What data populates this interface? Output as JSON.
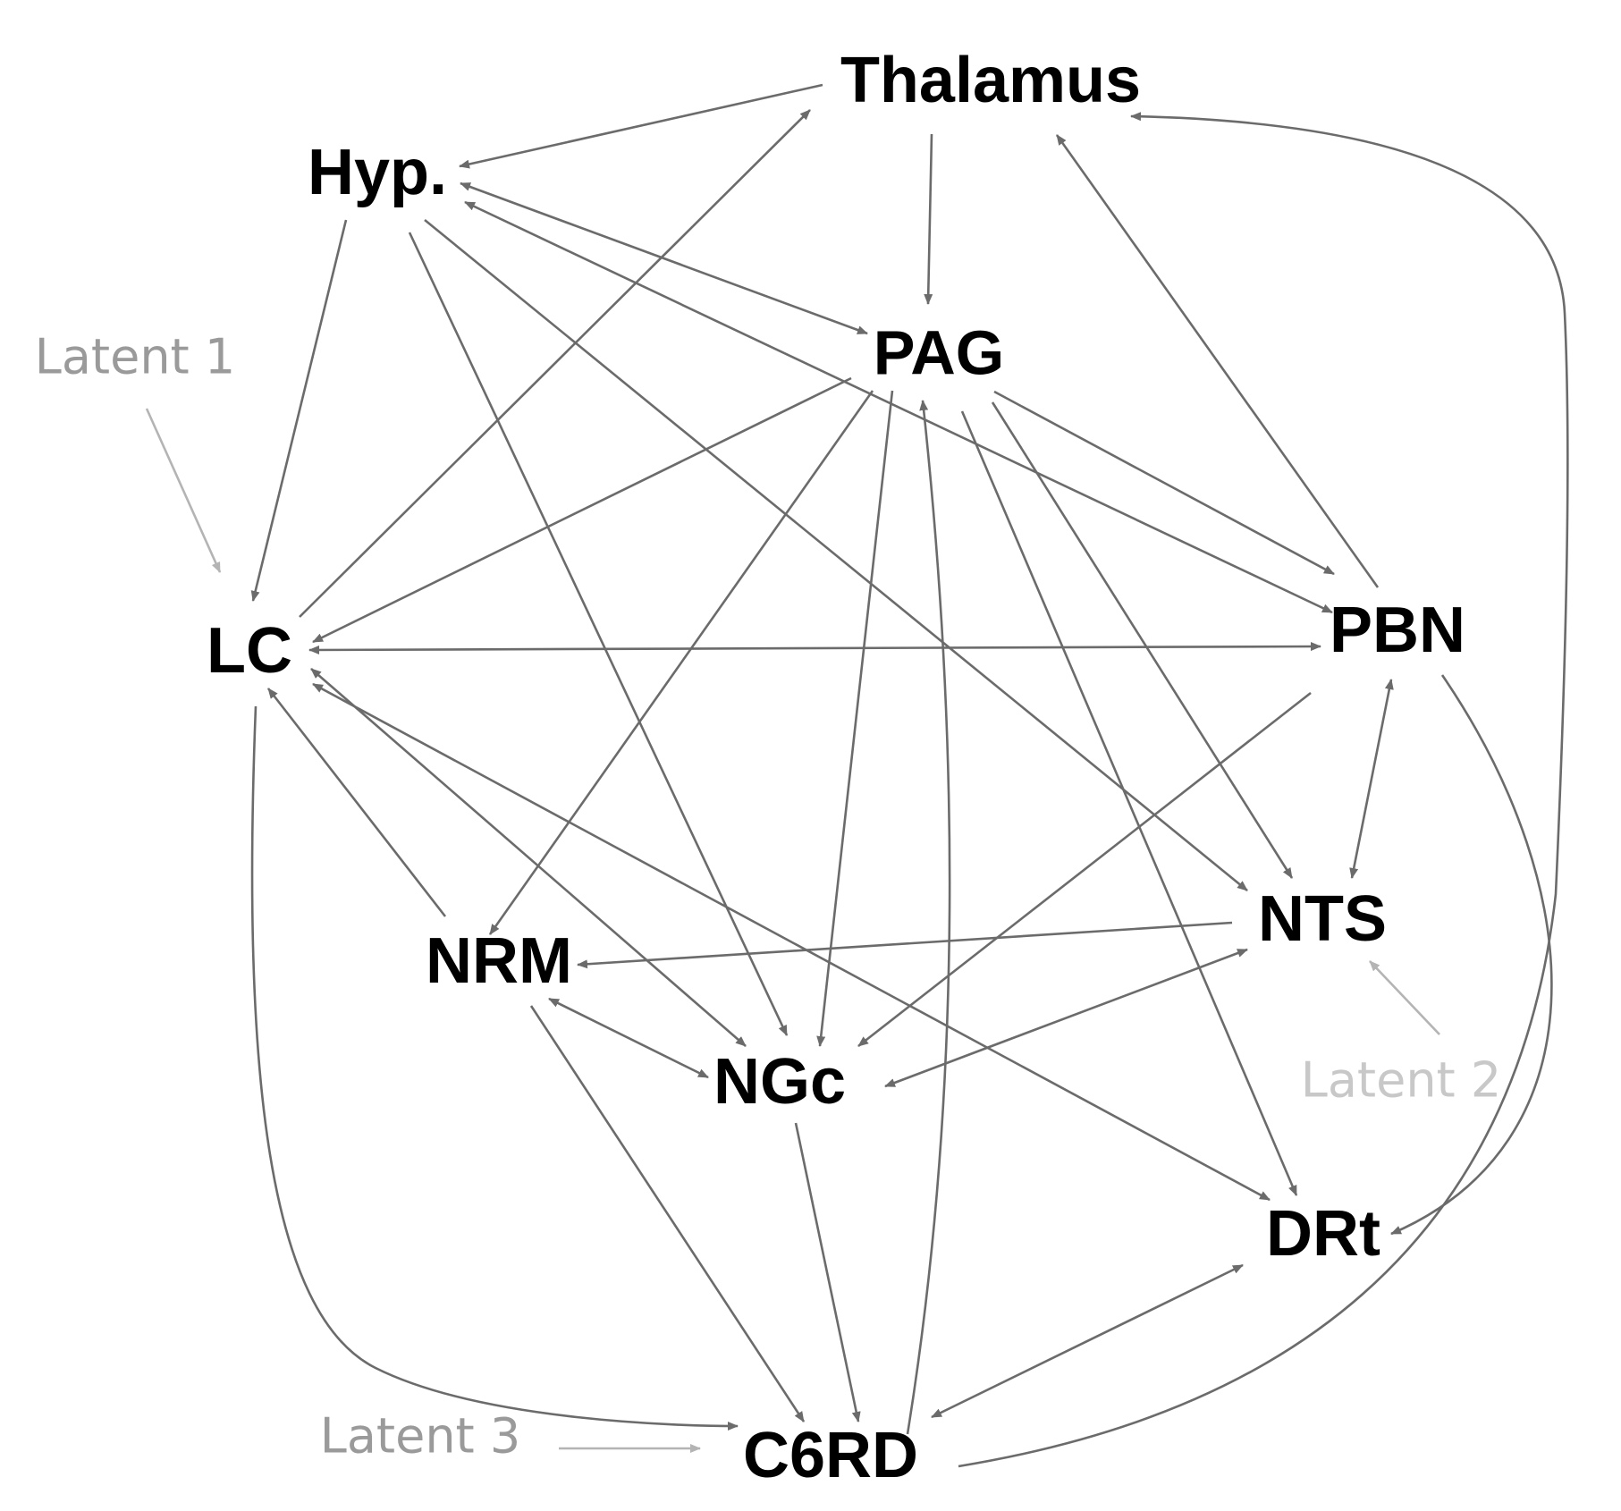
{
  "diagram": {
    "nodes": [
      {
        "id": "thalamus",
        "label": "Thalamus",
        "kind": "region"
      },
      {
        "id": "hyp",
        "label": "Hyp.",
        "kind": "region"
      },
      {
        "id": "pag",
        "label": "PAG",
        "kind": "region"
      },
      {
        "id": "lc",
        "label": "LC",
        "kind": "region"
      },
      {
        "id": "pbn",
        "label": "PBN",
        "kind": "region"
      },
      {
        "id": "nts",
        "label": "NTS",
        "kind": "region"
      },
      {
        "id": "nrm",
        "label": "NRM",
        "kind": "region"
      },
      {
        "id": "ngc",
        "label": "NGc",
        "kind": "region"
      },
      {
        "id": "drt",
        "label": "DRt",
        "kind": "region"
      },
      {
        "id": "c6rd",
        "label": "C6RD",
        "kind": "region"
      },
      {
        "id": "latent1",
        "label": "Latent 1",
        "kind": "latent"
      },
      {
        "id": "latent2",
        "label": "Latent 2",
        "kind": "latent"
      },
      {
        "id": "latent3",
        "label": "Latent 3",
        "kind": "latent"
      }
    ],
    "edges": [
      {
        "from": "thalamus",
        "to": "hyp",
        "bidirectional": false
      },
      {
        "from": "thalamus",
        "to": "pag",
        "bidirectional": false
      },
      {
        "from": "lc",
        "to": "thalamus",
        "bidirectional": false
      },
      {
        "from": "pbn",
        "to": "thalamus",
        "bidirectional": false
      },
      {
        "from": "c6rd",
        "to": "thalamus",
        "bidirectional": false
      },
      {
        "from": "hyp",
        "to": "pag",
        "bidirectional": true
      },
      {
        "from": "hyp",
        "to": "pbn",
        "bidirectional": true
      },
      {
        "from": "hyp",
        "to": "lc",
        "bidirectional": false
      },
      {
        "from": "hyp",
        "to": "ngc",
        "bidirectional": false
      },
      {
        "from": "hyp",
        "to": "nts",
        "bidirectional": false
      },
      {
        "from": "pag",
        "to": "lc",
        "bidirectional": false
      },
      {
        "from": "pag",
        "to": "nrm",
        "bidirectional": false
      },
      {
        "from": "pag",
        "to": "ngc",
        "bidirectional": false
      },
      {
        "from": "pag",
        "to": "pbn",
        "bidirectional": false
      },
      {
        "from": "pag",
        "to": "nts",
        "bidirectional": false
      },
      {
        "from": "pag",
        "to": "drt",
        "bidirectional": false
      },
      {
        "from": "c6rd",
        "to": "pag",
        "bidirectional": false
      },
      {
        "from": "lc",
        "to": "pbn",
        "bidirectional": true
      },
      {
        "from": "lc",
        "to": "ngc",
        "bidirectional": true
      },
      {
        "from": "lc",
        "to": "drt",
        "bidirectional": true
      },
      {
        "from": "nrm",
        "to": "lc",
        "bidirectional": false
      },
      {
        "from": "lc",
        "to": "c6rd",
        "bidirectional": false
      },
      {
        "from": "pbn",
        "to": "ngc",
        "bidirectional": false
      },
      {
        "from": "pbn",
        "to": "nts",
        "bidirectional": true
      },
      {
        "from": "pbn",
        "to": "drt",
        "bidirectional": false
      },
      {
        "from": "nts",
        "to": "nrm",
        "bidirectional": false
      },
      {
        "from": "nts",
        "to": "ngc",
        "bidirectional": true
      },
      {
        "from": "nrm",
        "to": "ngc",
        "bidirectional": true
      },
      {
        "from": "nrm",
        "to": "c6rd",
        "bidirectional": false
      },
      {
        "from": "ngc",
        "to": "c6rd",
        "bidirectional": false
      },
      {
        "from": "drt",
        "to": "c6rd",
        "bidirectional": true
      },
      {
        "from": "latent1",
        "to": "lc",
        "bidirectional": false
      },
      {
        "from": "latent2",
        "to": "nts",
        "bidirectional": false
      },
      {
        "from": "latent3",
        "to": "c6rd",
        "bidirectional": false
      }
    ],
    "colors": {
      "edge": "#6b6b6b",
      "latent_edge": "#b4b4b4",
      "node_text": "#000000",
      "latent1_text": "#9a9a9a",
      "latent2_text": "#c8c8c8",
      "latent3_text": "#9a9a9a"
    }
  }
}
